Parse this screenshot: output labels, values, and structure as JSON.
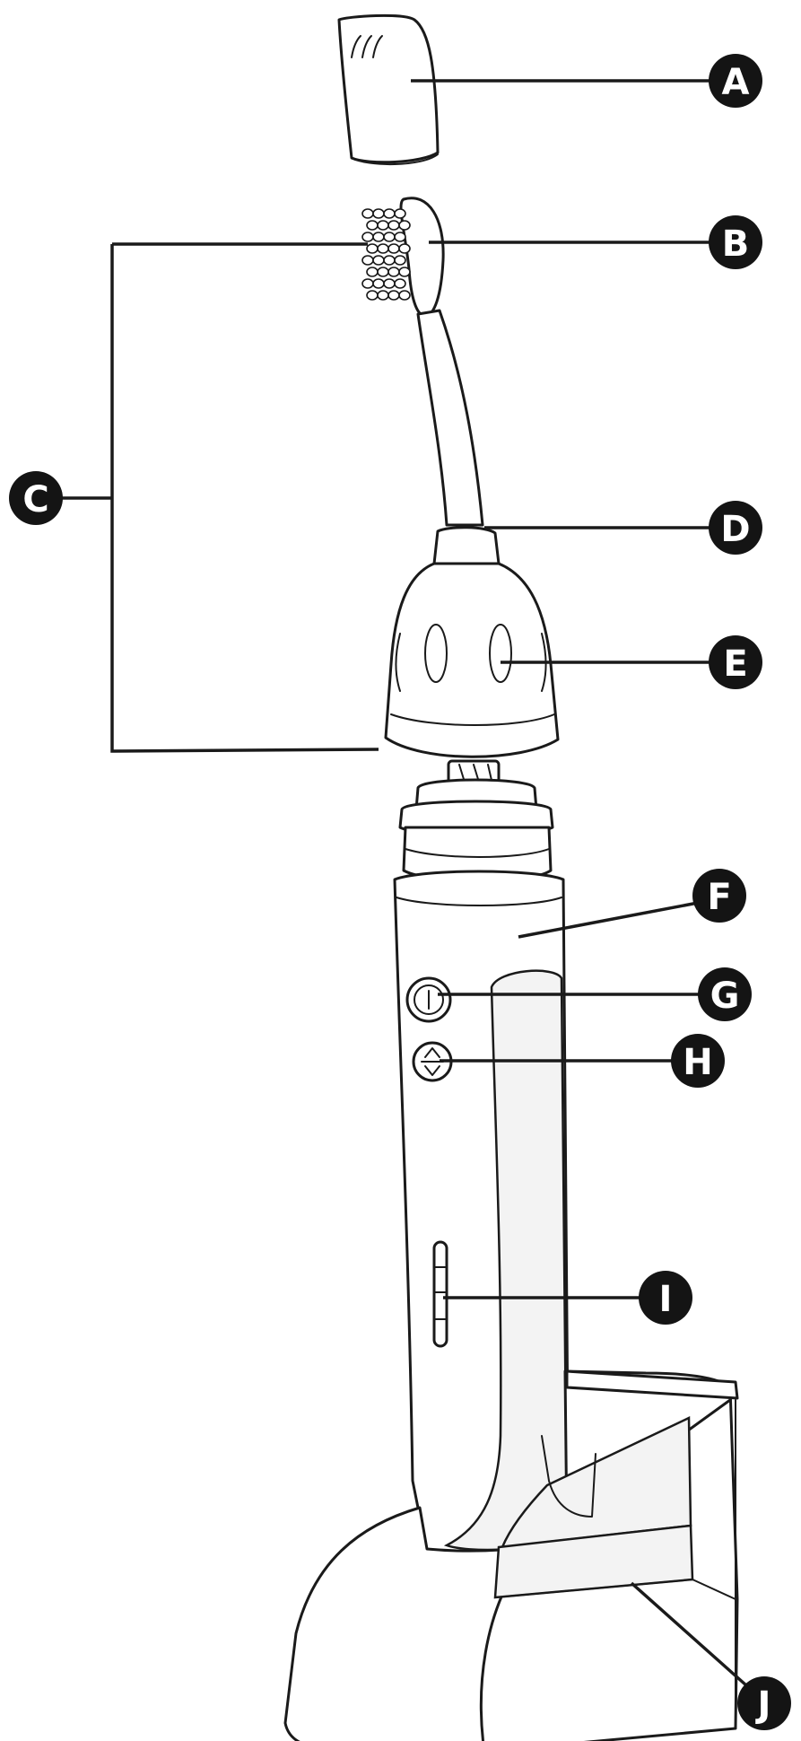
{
  "callouts": {
    "a": "A",
    "b": "B",
    "c": "C",
    "d": "D",
    "e": "E",
    "f": "F",
    "g": "G",
    "h": "H",
    "i": "I",
    "j": "J"
  }
}
